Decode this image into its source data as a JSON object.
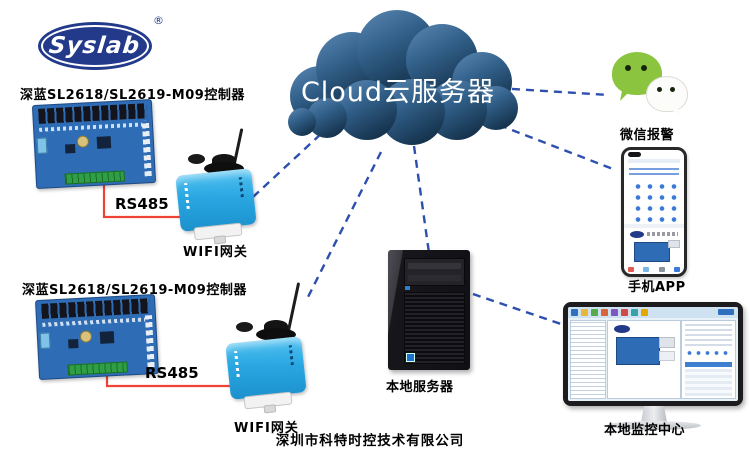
{
  "brand": {
    "logo_text": "Syslab",
    "registered_mark": "®"
  },
  "cloud": {
    "label": "Cloud云服务器"
  },
  "nodes": {
    "controller_top": {
      "label": "深蓝SL2618/SL2619-M09控制器"
    },
    "gateway_top": {
      "label": "WIFI网关"
    },
    "controller_bottom": {
      "label": "深蓝SL2618/SL2619-M09控制器"
    },
    "gateway_bottom": {
      "label": "WIFI网关"
    },
    "local_server": {
      "label": "本地服务器"
    },
    "wechat_alert": {
      "label": "微信报警"
    },
    "mobile_app": {
      "label": "手机APP"
    },
    "monitor_center": {
      "label": "本地监控中心"
    }
  },
  "links": {
    "rs485_top": {
      "label": "RS485"
    },
    "rs485_bottom": {
      "label": "RS485"
    }
  },
  "footer": {
    "company": "深圳市科特时控技术有限公司"
  },
  "colors": {
    "dashed_link": "#2d4fae",
    "rs485_link": "#f04338",
    "cloud_top": "#5d89b4",
    "cloud_bottom": "#16344f",
    "logo_navy": "#233a8a",
    "gateway_blue": "#29a8e0",
    "wechat_green": "#8bc53f",
    "pcb_blue": "#2e6cb5"
  }
}
